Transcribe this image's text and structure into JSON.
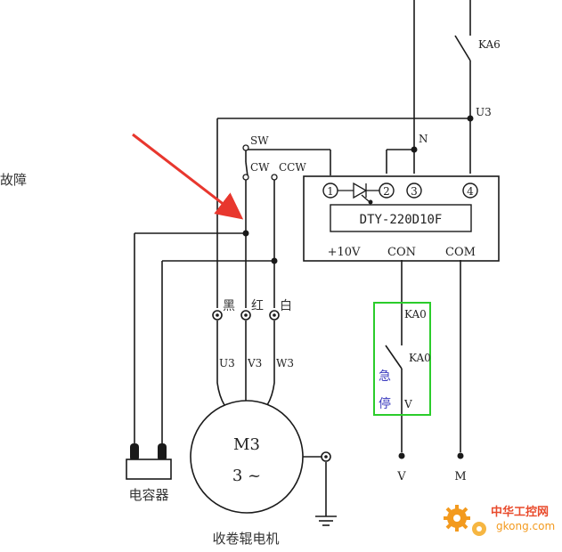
{
  "side_label": "故障",
  "relay_top": "KA6",
  "labels": {
    "u3_top": "U3",
    "n": "N",
    "sw": "SW",
    "cw": "CW",
    "ccw": "CCW",
    "black": "黑",
    "red": "红",
    "white": "白",
    "u3": "U3",
    "v3": "V3",
    "w3": "W3",
    "capacitor": "电容器",
    "motor_name": "收卷辊电机"
  },
  "motor": {
    "line1": "M3",
    "line2": "3 ~"
  },
  "controller": {
    "model": "DTY-220D10F",
    "pins": [
      "1",
      "2",
      "3",
      "4"
    ],
    "bottom": [
      "+10V",
      "CON",
      "COM"
    ]
  },
  "estop": {
    "label_chars": [
      "急",
      "停"
    ],
    "ka0_top": "KA0",
    "ka0_contact": "KA0",
    "v": "V"
  },
  "terminals": {
    "v": "V",
    "m": "M"
  },
  "watermark": {
    "name": "中华工控网",
    "url": "gkong.com"
  },
  "colors": {
    "line": "#1a1a1a",
    "arrow": "#e8372e",
    "estop_box": "#2bcc2b",
    "estop_text": "#3b3bbf",
    "logo_orange": "#f39a1e",
    "logo_red": "#e94b2c"
  }
}
